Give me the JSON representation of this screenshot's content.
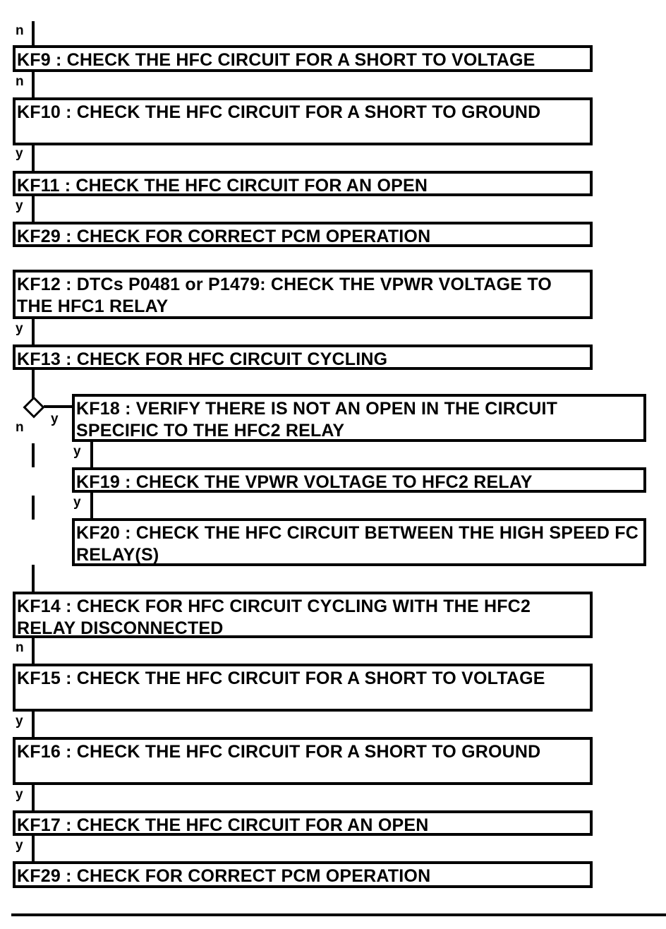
{
  "flowchart": {
    "steps": [
      {
        "id": "kf9",
        "text": "KF9 : CHECK THE HFC CIRCUIT FOR A SHORT TO VOLTAGE"
      },
      {
        "id": "kf10",
        "text": "KF10 : CHECK THE HFC CIRCUIT FOR A SHORT TO GROUND"
      },
      {
        "id": "kf11",
        "text": "KF11 : CHECK THE HFC CIRCUIT FOR AN OPEN"
      },
      {
        "id": "kf29a",
        "text": "KF29 : CHECK FOR CORRECT PCM OPERATION"
      },
      {
        "id": "kf12",
        "text": "KF12 : DTCs P0481 or P1479: CHECK THE VPWR VOLTAGE TO THE HFC1 RELAY"
      },
      {
        "id": "kf13",
        "text": "KF13 : CHECK FOR HFC CIRCUIT CYCLING"
      },
      {
        "id": "kf18",
        "text": "KF18 : VERIFY THERE IS NOT AN OPEN IN THE CIRCUIT SPECIFIC TO THE HFC2 RELAY"
      },
      {
        "id": "kf19",
        "text": "KF19 : CHECK THE VPWR VOLTAGE TO HFC2 RELAY"
      },
      {
        "id": "kf20",
        "text": "KF20 : CHECK THE HFC CIRCUIT BETWEEN THE HIGH SPEED FC RELAY(S)"
      },
      {
        "id": "kf14",
        "text": "KF14 : CHECK FOR HFC CIRCUIT CYCLING WITH THE HFC2 RELAY DISCONNECTED"
      },
      {
        "id": "kf15",
        "text": "KF15 : CHECK THE HFC CIRCUIT FOR A SHORT TO VOLTAGE"
      },
      {
        "id": "kf16",
        "text": "KF16 : CHECK THE HFC CIRCUIT FOR A SHORT TO GROUND"
      },
      {
        "id": "kf17",
        "text": "KF17 : CHECK THE HFC CIRCUIT FOR AN OPEN"
      },
      {
        "id": "kf29b",
        "text": "KF29 : CHECK FOR CORRECT PCM OPERATION"
      }
    ],
    "labels": {
      "top_n": "n",
      "kf9_kf10": "n",
      "kf10_kf11": "y",
      "kf11_kf29": "y",
      "kf12_kf13": "y",
      "decision_n": "n",
      "decision_y": "y",
      "kf18_kf19": "y",
      "kf19_kf20": "y",
      "kf14_kf15": "n",
      "kf15_kf16": "y",
      "kf16_kf17": "y",
      "kf17_kf29": "y"
    }
  }
}
